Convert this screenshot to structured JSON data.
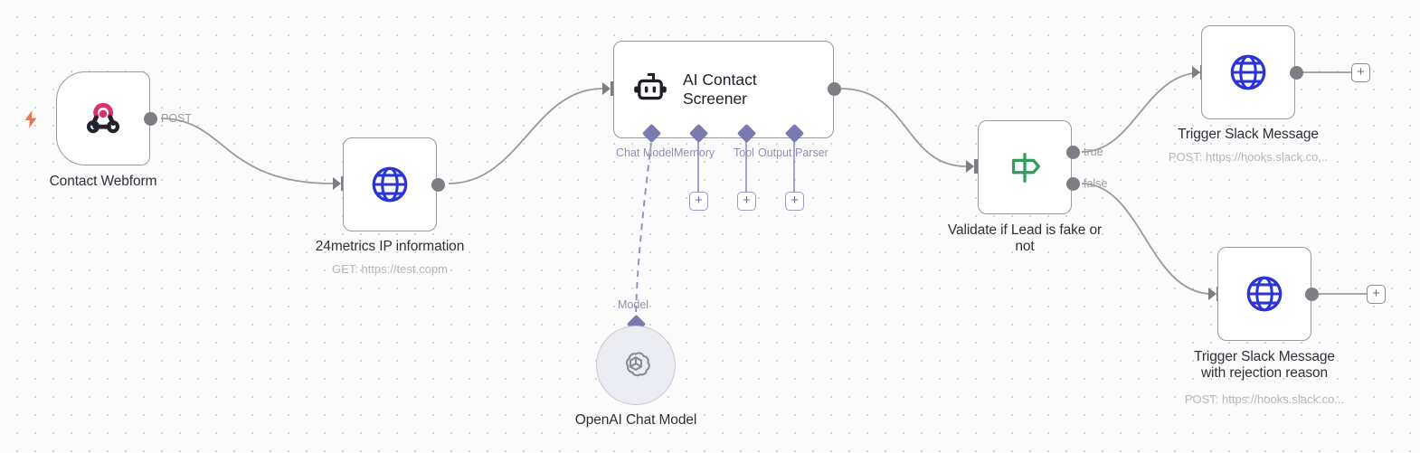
{
  "canvas": {
    "app": "n8n-workflow-canvas",
    "background": "#fbfbfb",
    "grid_dot_color": "#d4d4d8"
  },
  "colors": {
    "node_border": "#9a9a9f",
    "port": "#7d7d84",
    "subnode_accent": "#7a7ab0",
    "http_icon": "#2b35d4",
    "if_icon": "#2f9e5a",
    "webhook_pink": "#d8316b",
    "webhook_dark": "#23232e",
    "trigger_bolt": "#e8785a",
    "title_text": "#2f2f38",
    "subtitle_text": "#b6b6be"
  },
  "nodes": [
    {
      "id": "contact-webform",
      "title": "Contact Webform",
      "subtitle": "",
      "icon": "webhook-icon",
      "kind": "trigger",
      "output_label": "POST"
    },
    {
      "id": "24metrics-ip-information",
      "title": "24metrics IP information",
      "subtitle": "GET: https://test.copm",
      "icon": "globe-icon",
      "kind": "action"
    },
    {
      "id": "ai-contact-screener",
      "title": "AI Contact\nScreener",
      "subtitle": "",
      "icon": "robot-icon",
      "kind": "ai-agent"
    },
    {
      "id": "validate-if-lead-is-fake-or-not",
      "title": "Validate if Lead is fake or\nnot",
      "subtitle": "",
      "icon": "signpost-icon",
      "kind": "if",
      "outputs": [
        "true",
        "false"
      ]
    },
    {
      "id": "trigger-slack-message",
      "title": "Trigger Slack Message",
      "subtitle": "POST: https://hooks.slack.co...",
      "icon": "globe-icon",
      "kind": "action"
    },
    {
      "id": "trigger-slack-message-with-rejection-reason",
      "title": "Trigger Slack Message\nwith rejection reason",
      "subtitle": "POST: https://hooks.slack.co...",
      "icon": "globe-icon",
      "kind": "action"
    },
    {
      "id": "openai-chat-model",
      "title": "OpenAI Chat Model",
      "subtitle": "",
      "icon": "openai-icon",
      "kind": "sub-node",
      "port_label": "Model"
    }
  ],
  "ai_agent_ports": [
    {
      "label": "Chat Model",
      "has_add_button": false
    },
    {
      "label": "Memory",
      "has_add_button": true
    },
    {
      "label": "Tool",
      "has_add_button": true
    },
    {
      "label": "Output Parser",
      "has_add_button": true
    }
  ],
  "add_buttons": {
    "plus_glyph": "+",
    "count_subnode": 3,
    "count_endpoint": 2
  },
  "edge_labels": {
    "webform_output": "POST",
    "if_true": "true",
    "if_false": "false"
  }
}
